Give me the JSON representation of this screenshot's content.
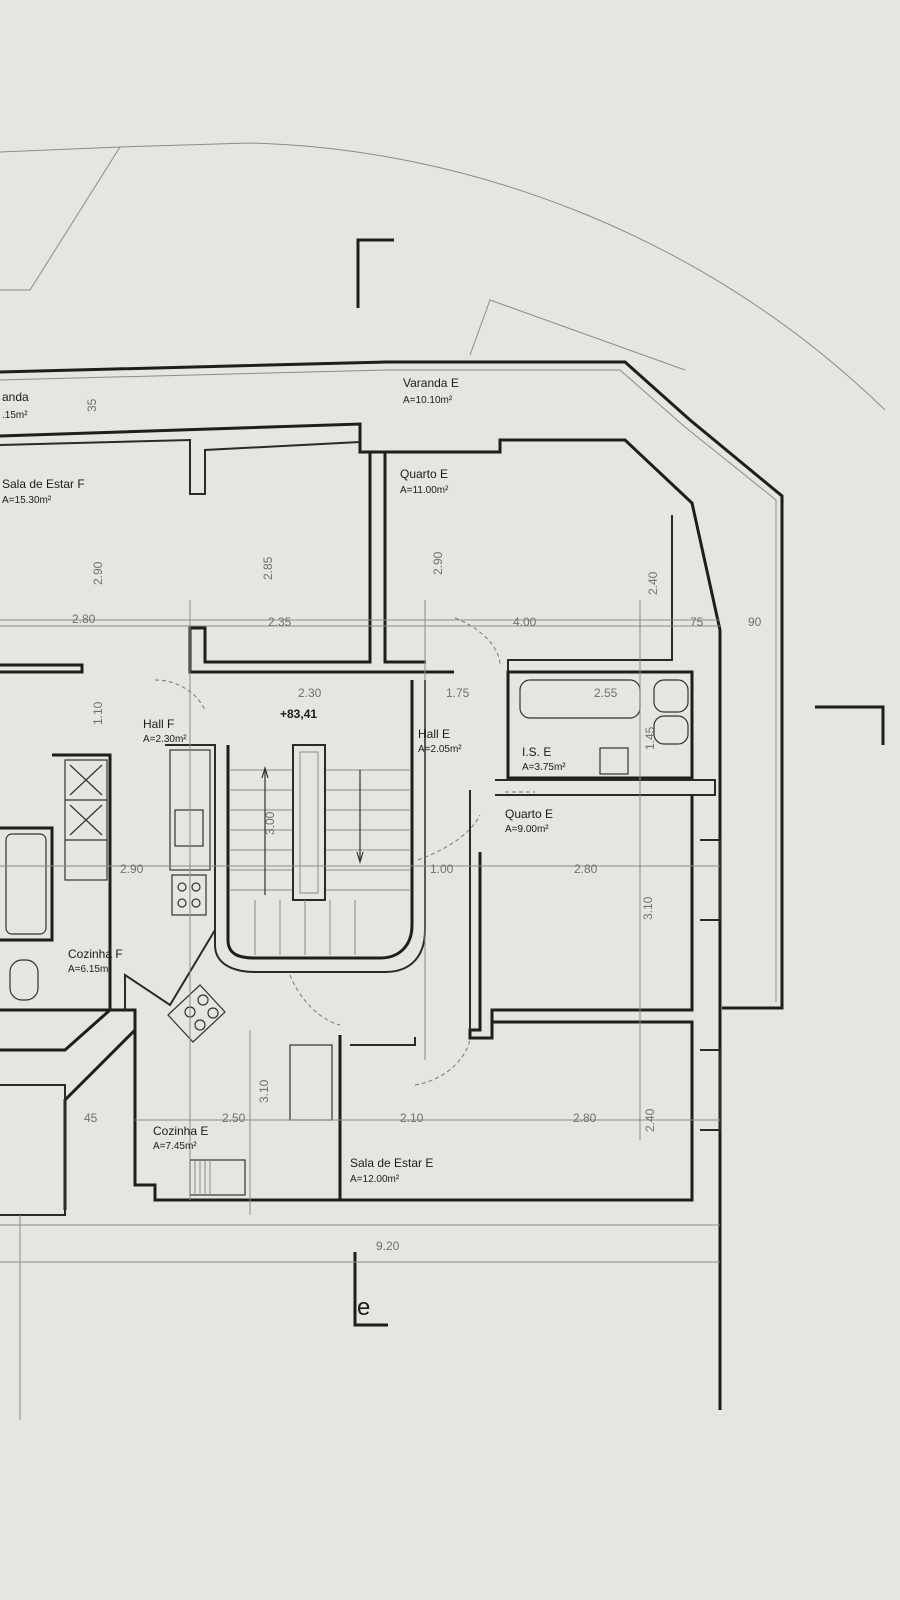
{
  "rooms": [
    {
      "id": "varanda-f",
      "name": "anda",
      "area": ".15m²"
    },
    {
      "id": "sala-estar-f",
      "name": "Sala de Estar F",
      "area": "A=15.30m²"
    },
    {
      "id": "varanda-e",
      "name": "Varanda E",
      "area": "A=10.10m²"
    },
    {
      "id": "quarto-e-1",
      "name": "Quarto E",
      "area": "A=11.00m²"
    },
    {
      "id": "hall-f",
      "name": "Hall F",
      "area": "A=2.30m²"
    },
    {
      "id": "hall-e",
      "name": "Hall E",
      "area": "A=2.05m²"
    },
    {
      "id": "is-e",
      "name": "I.S. E",
      "area": "A=3.75m²"
    },
    {
      "id": "quarto-e-2",
      "name": "Quarto E",
      "area": "A=9.00m²"
    },
    {
      "id": "cozinha-f",
      "name": "Cozinha F",
      "area": "A=6.15m²"
    },
    {
      "id": "cozinha-e",
      "name": "Cozinha E",
      "area": "A=7.45m²"
    },
    {
      "id": "sala-estar-e",
      "name": "Sala de Estar E",
      "area": "A=12.00m²"
    }
  ],
  "level": "+83,41",
  "section_mark": "e",
  "dimensions": {
    "d_35": "35",
    "d_290a": "2.90",
    "d_285": "2.85",
    "d_290b": "2.90",
    "d_240": "2.40",
    "d_280a": "2.80",
    "d_235": "2.35",
    "d_400": "4.00",
    "d_75": "75",
    "d_90": "90",
    "d_230": "2.30",
    "d_175": "1.75",
    "d_255": "2.55",
    "d_110": "1.10",
    "d_145a": "1.45",
    "d_300": "3.00",
    "d_290c": "2.90",
    "d_100": "1.00",
    "d_280b": "2.80",
    "d_310a": "3.10",
    "d_310b": "3.10",
    "d_250": "2.50",
    "d_210": "2.10",
    "d_280c": "2.80",
    "d_240b": "2.40",
    "d_45": "45",
    "d_920": "9.20"
  }
}
